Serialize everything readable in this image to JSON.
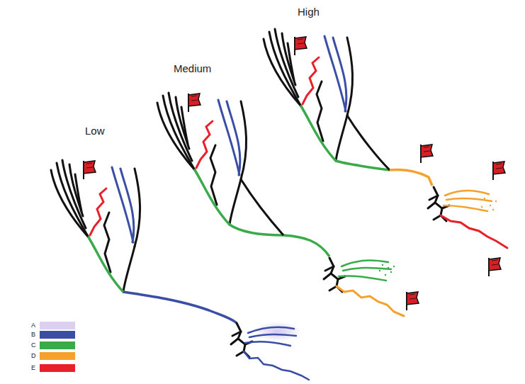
{
  "diagram": {
    "labels": [
      "Low",
      "Medium",
      "High"
    ],
    "legend": [
      {
        "text": "A",
        "color": "#dcd0f0"
      },
      {
        "text": "B",
        "color": "#3b4ea6"
      },
      {
        "text": "C",
        "color": "#3aaa4a"
      },
      {
        "text": "D",
        "color": "#f5a12c"
      },
      {
        "text": "E",
        "color": "#e8202a"
      }
    ]
  }
}
